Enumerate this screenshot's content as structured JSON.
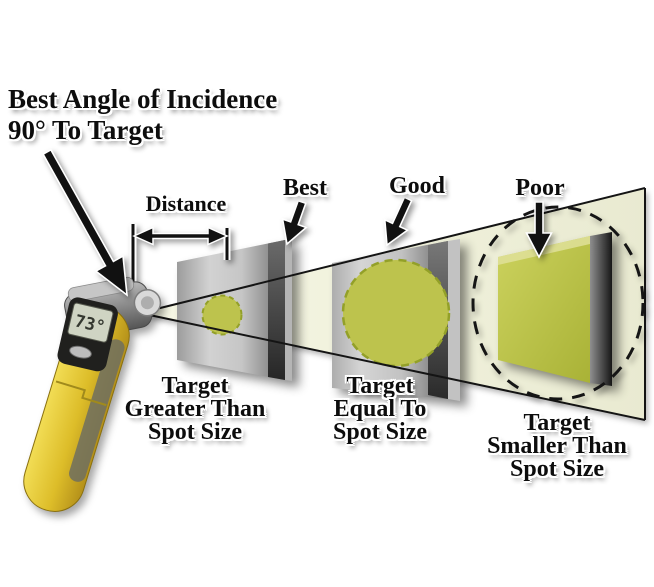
{
  "heading": {
    "line1": "Best Angle of Incidence",
    "line2": "90° To Target"
  },
  "labels": {
    "distance": "Distance",
    "best": "Best",
    "good": "Good",
    "poor": "Poor"
  },
  "captions": {
    "near": {
      "line1": "Target",
      "line2": "Greater Than",
      "line3": "Spot Size"
    },
    "mid": {
      "line1": "Target",
      "line2": "Equal To",
      "line3": "Spot Size"
    },
    "far": {
      "line1": "Target",
      "line2": "Smaller Than",
      "line3": "Spot Size"
    }
  },
  "thermometer": {
    "lcd": "73°"
  },
  "colors": {
    "spot_fill": "#bdc34d",
    "spot_edge": "#93a028",
    "cone_fill": "#f1f2db",
    "target_yellow": "#b5bd3e",
    "device_yellow": "#e8cb35",
    "ink": "#111111"
  }
}
